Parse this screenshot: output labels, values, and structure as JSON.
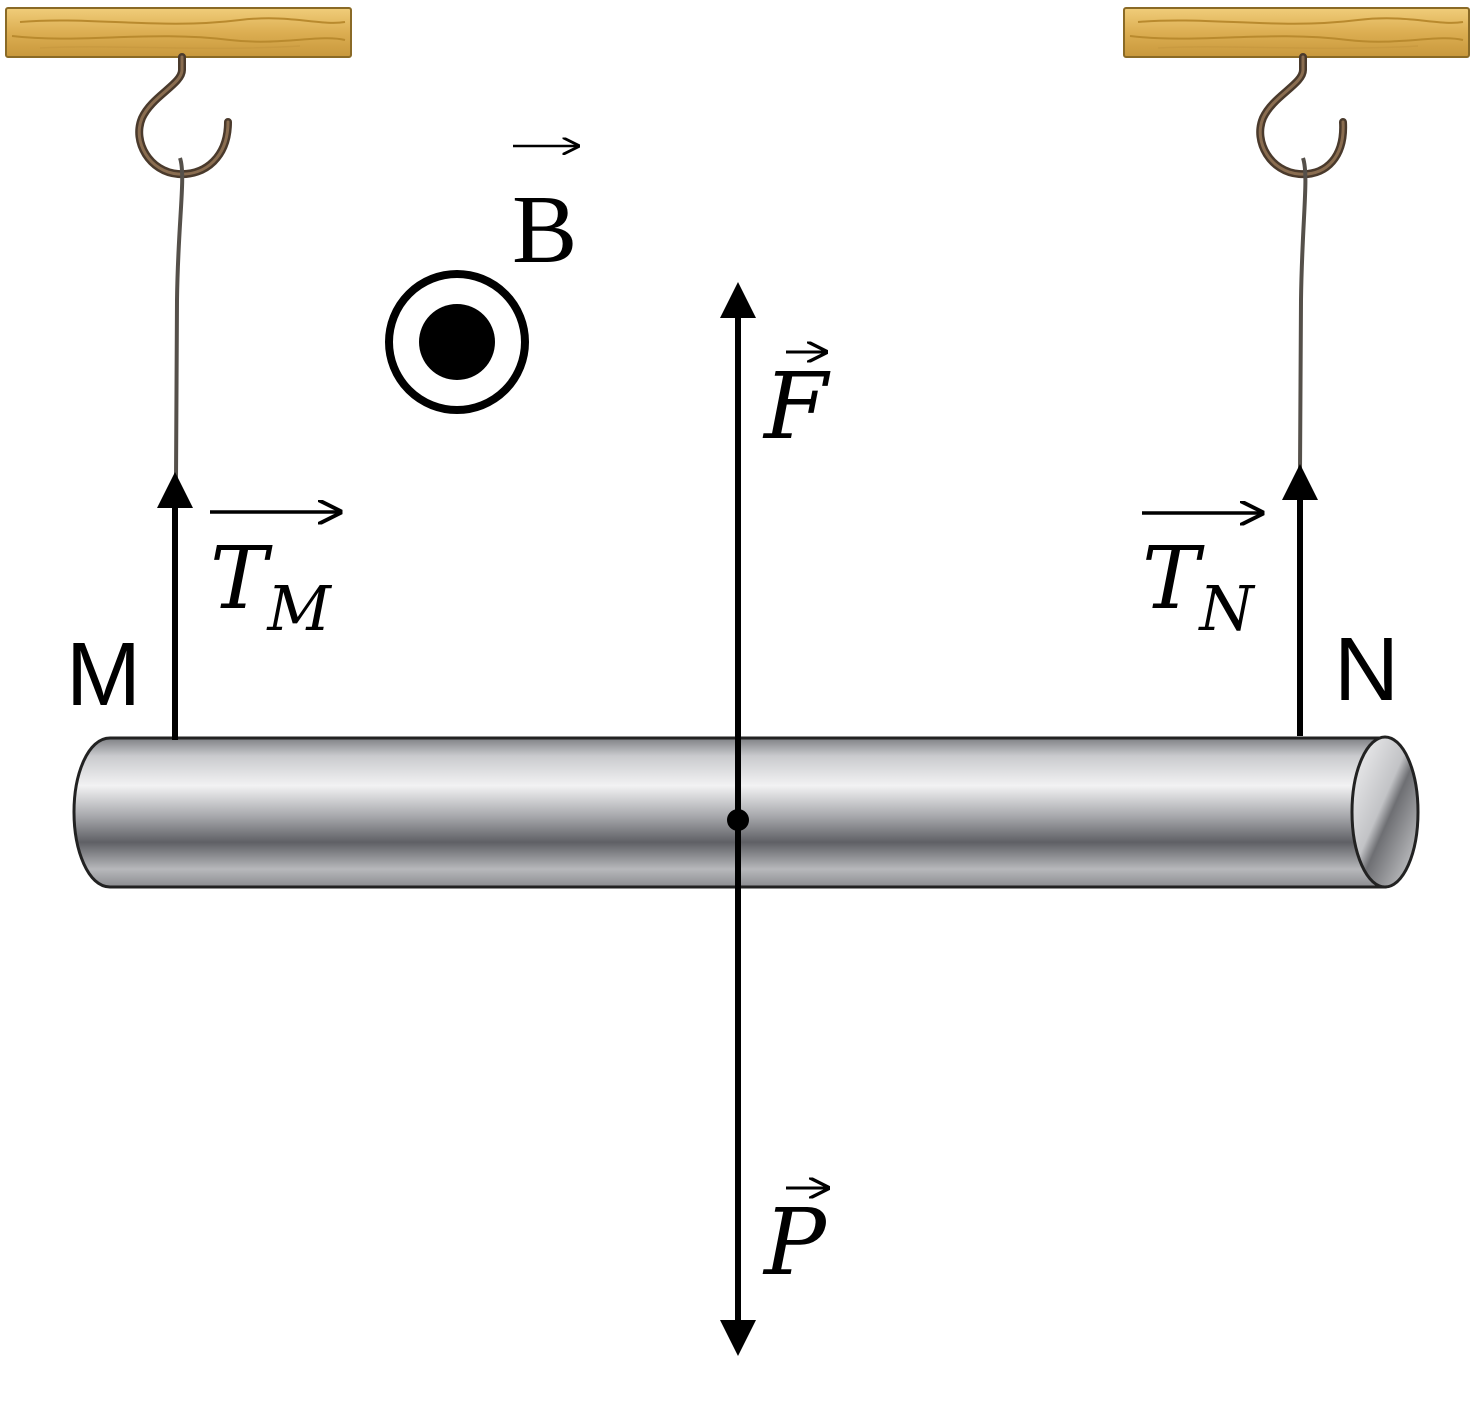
{
  "diagram": {
    "field_label": "B",
    "field_direction_icon": "out-of-page-dot-icon",
    "point_m_label": "M",
    "point_n_label": "N",
    "tension_m": {
      "symbol": "T",
      "subscript": "M"
    },
    "tension_n": {
      "symbol": "T",
      "subscript": "N"
    },
    "force_label": "F",
    "weight_label": "P",
    "colors": {
      "wood": "#e2b75a",
      "wood_dark": "#b98a2e",
      "hook": "#4a3a2c",
      "rod_light": "#d9dadd",
      "rod_dark": "#6f7075",
      "ink": "#000000"
    }
  }
}
